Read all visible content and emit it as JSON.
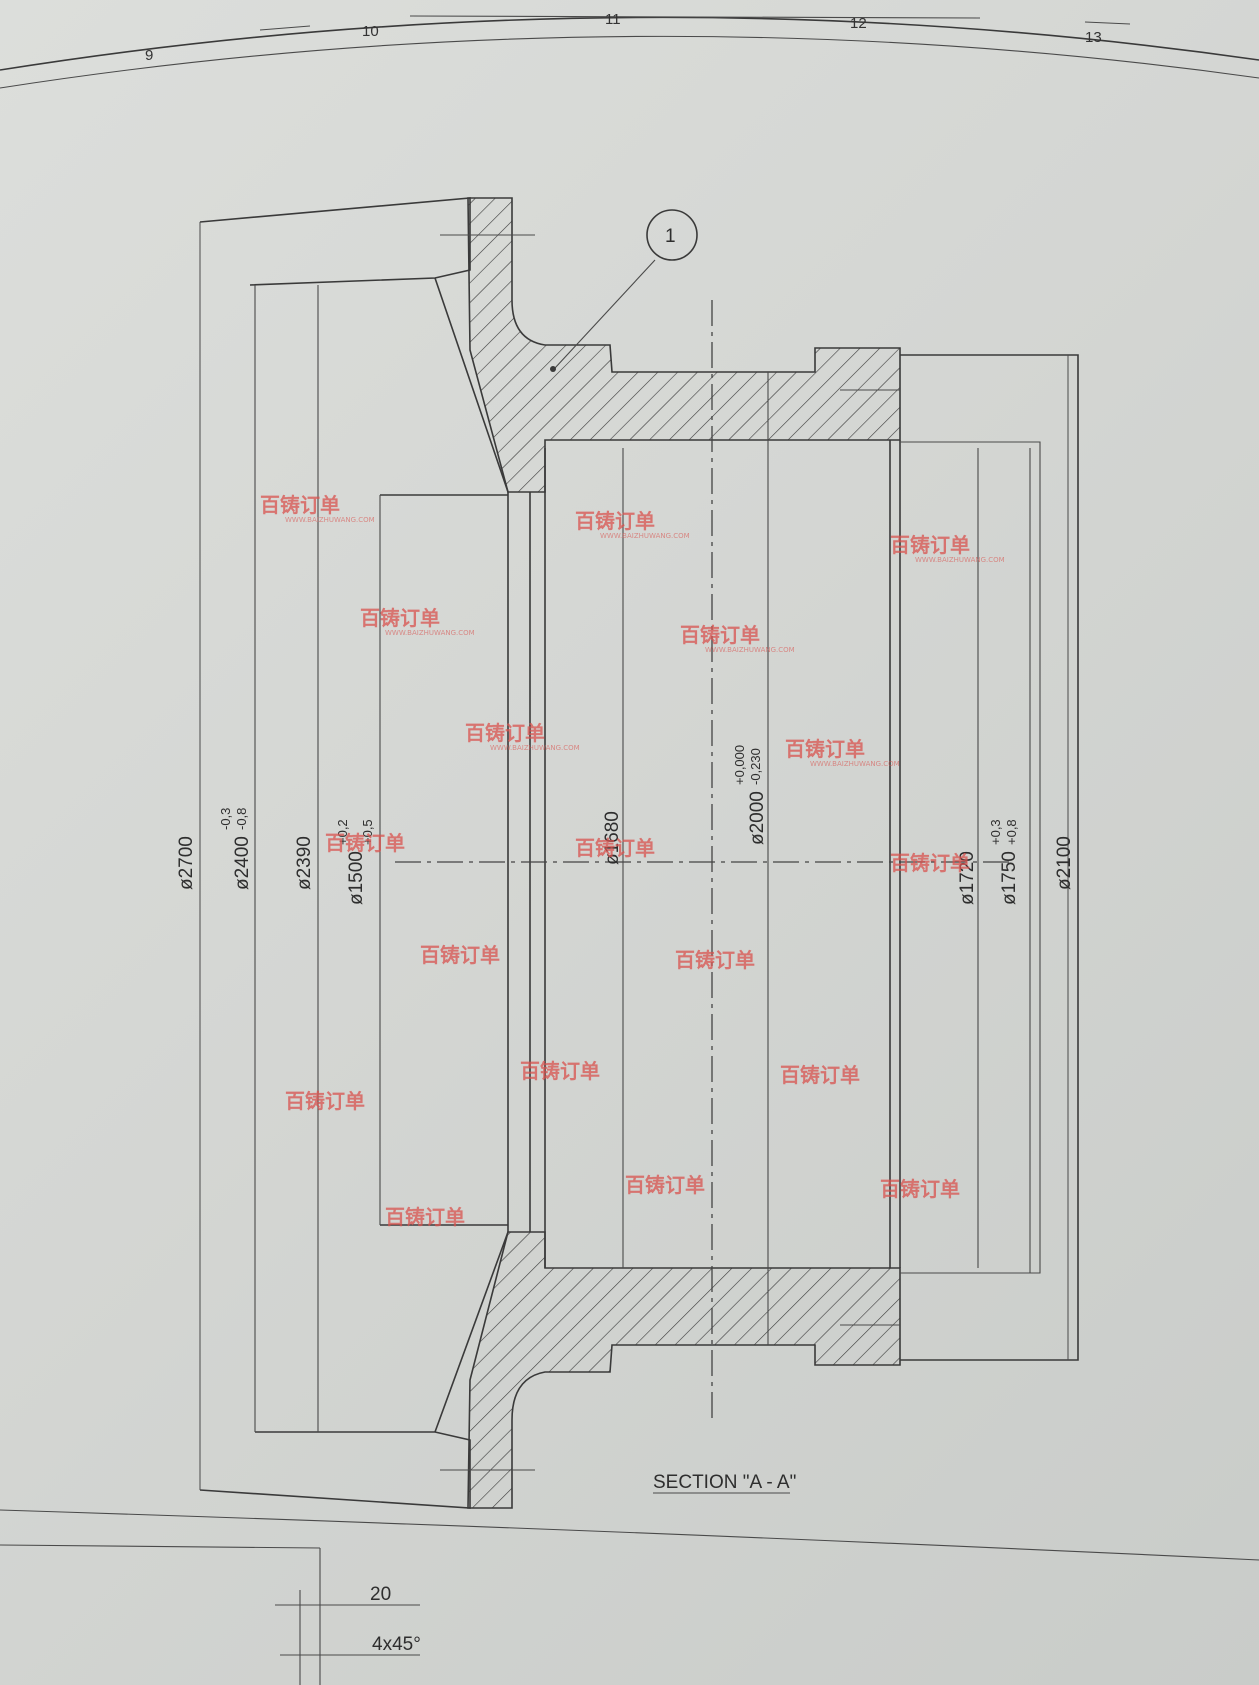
{
  "zone_numbers": [
    "9",
    "10",
    "11",
    "12",
    "13"
  ],
  "balloon": {
    "label": "1"
  },
  "section_caption": "SECTION \"A - A\"",
  "dimensions": {
    "d2700": "ø2700",
    "d2400": "ø2400",
    "d2400_tol_upper": "-0,3",
    "d2400_tol_lower": "-0,8",
    "d2390": "ø2390",
    "d1500": "ø1500",
    "d1500_tol_upper": "+0,2",
    "d1500_tol_lower": "+0,5",
    "d1680": "ø1680",
    "d2000": "ø2000",
    "d2000_tol_upper": "+0,000",
    "d2000_tol_lower": "-0,230",
    "d1720": "ø1720",
    "d1750": "ø1750",
    "d1750_tol_upper": "+0,3",
    "d1750_tol_lower": "+0,8",
    "d2100": "ø2100"
  },
  "detail": {
    "dim_20": "20",
    "chamfer": "4x45°"
  },
  "watermark": {
    "brand": "百铸订单",
    "url": "WWW.BAIZHUWANG.COM"
  },
  "colors": {
    "paper": "#d6d8d5",
    "ink": "#3a3a3a",
    "watermark": "#d9534f"
  }
}
